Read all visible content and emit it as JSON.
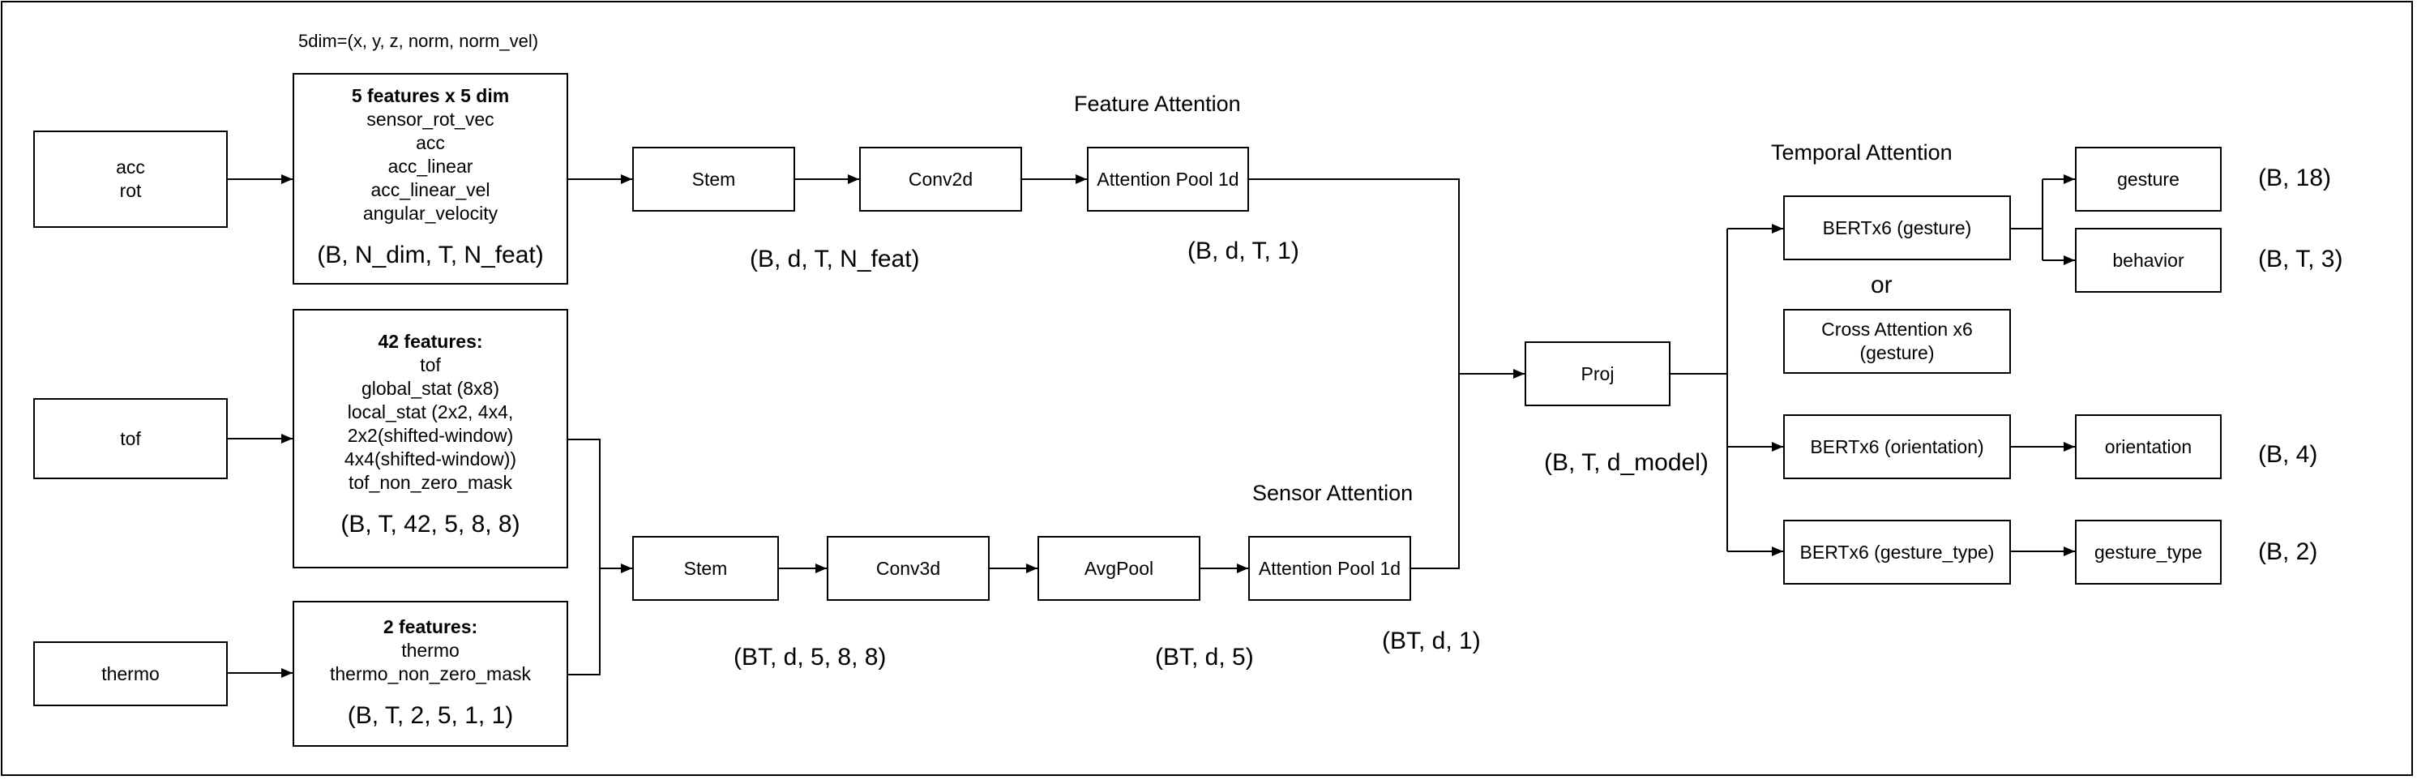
{
  "note_5dim": "5dim=(x, y, z, norm, norm_vel)",
  "inputs": {
    "acc_rot": [
      "acc",
      "rot"
    ],
    "tof": "tof",
    "thermo": "thermo"
  },
  "feature_boxes": {
    "imu": {
      "title": "5 features x 5 dim",
      "lines": [
        "sensor_rot_vec",
        "acc",
        "acc_linear",
        "acc_linear_vel",
        "angular_velocity"
      ],
      "shape": "(B, N_dim, T, N_feat)"
    },
    "tof": {
      "title": "42 features:",
      "lines": [
        "tof",
        "global_stat (8x8)",
        "local_stat (2x2, 4x4,",
        "2x2(shifted-window)",
        "4x4(shifted-window))",
        "tof_non_zero_mask"
      ],
      "shape": "(B, T, 42, 5, 8, 8)"
    },
    "thermo": {
      "title": "2 features:",
      "lines": [
        "thermo",
        "thermo_non_zero_mask"
      ],
      "shape": "(B, T, 2, 5, 1, 1)"
    }
  },
  "top_branch": {
    "section_label": "Feature Attention",
    "stem": "Stem",
    "conv": "Conv2d",
    "pool": "Attention Pool 1d",
    "shape_stem": "(B, d, T, N_feat)",
    "shape_pool": "(B, d, T, 1)"
  },
  "bottom_branch": {
    "section_label": "Sensor Attention",
    "stem": "Stem",
    "conv": "Conv3d",
    "avgpool": "AvgPool",
    "pool": "Attention Pool 1d",
    "shape_stem": "(BT, d, 5, 8, 8)",
    "shape_avg": "(BT, d, 5)",
    "shape_pool": "(BT, d, 1)"
  },
  "proj": {
    "label": "Proj",
    "shape": "(B, T, d_model)"
  },
  "temporal": {
    "section_label": "Temporal Attention",
    "bert_gesture": "BERTx6 (gesture)",
    "or": "or",
    "cross_attention": [
      "Cross Attention x6",
      "(gesture)"
    ],
    "bert_orientation": "BERTx6 (orientation)",
    "bert_gesture_type": "BERTx6 (gesture_type)"
  },
  "outputs": {
    "gesture": {
      "label": "gesture",
      "shape": "(B, 18)"
    },
    "behavior": {
      "label": "behavior",
      "shape": "(B, T, 3)"
    },
    "orientation": {
      "label": "orientation",
      "shape": "(B, 4)"
    },
    "gesture_type": {
      "label": "gesture_type",
      "shape": "(B, 2)"
    }
  }
}
